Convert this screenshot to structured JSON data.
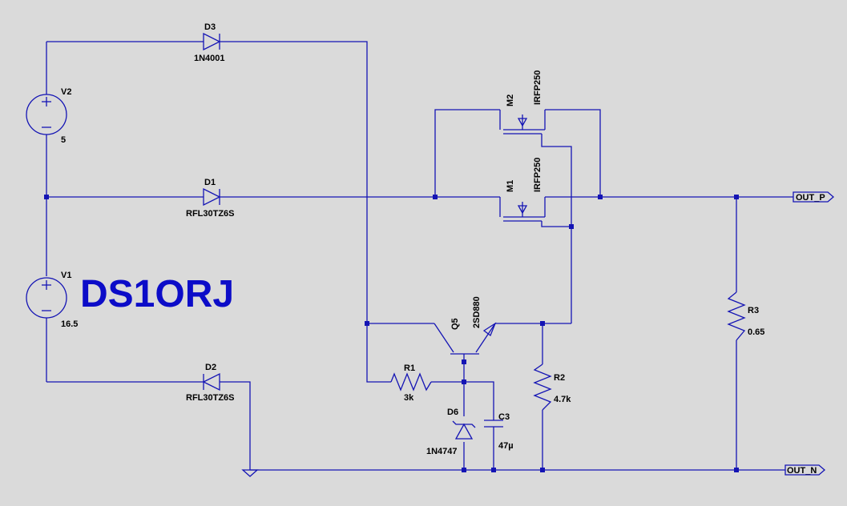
{
  "watermark": "DS1ORJ",
  "components": {
    "V2": {
      "name": "V2",
      "value": "5"
    },
    "V1": {
      "name": "V1",
      "value": "16.5"
    },
    "D3": {
      "name": "D3",
      "value": "1N4001"
    },
    "D1": {
      "name": "D1",
      "value": "RFL30TZ6S"
    },
    "D2": {
      "name": "D2",
      "value": "RFL30TZ6S"
    },
    "M2": {
      "name": "M2",
      "value": "IRFP250"
    },
    "M1": {
      "name": "M1",
      "value": "IRFP250"
    },
    "Q5": {
      "name": "Q5",
      "value": "2SD880"
    },
    "R1": {
      "name": "R1",
      "value": "3k"
    },
    "R2": {
      "name": "R2",
      "value": "4.7k"
    },
    "R3": {
      "name": "R3",
      "value": "0.65"
    },
    "D6": {
      "name": "D6",
      "value": "1N4747"
    },
    "C3": {
      "name": "C3",
      "value": "47µ"
    }
  },
  "ports": {
    "out_p": "OUT_P",
    "out_n": "OUT_N"
  },
  "colors": {
    "background": "#dadada",
    "wire": "#1414b4",
    "watermark": "#0c0cc8",
    "text": "#000000"
  }
}
